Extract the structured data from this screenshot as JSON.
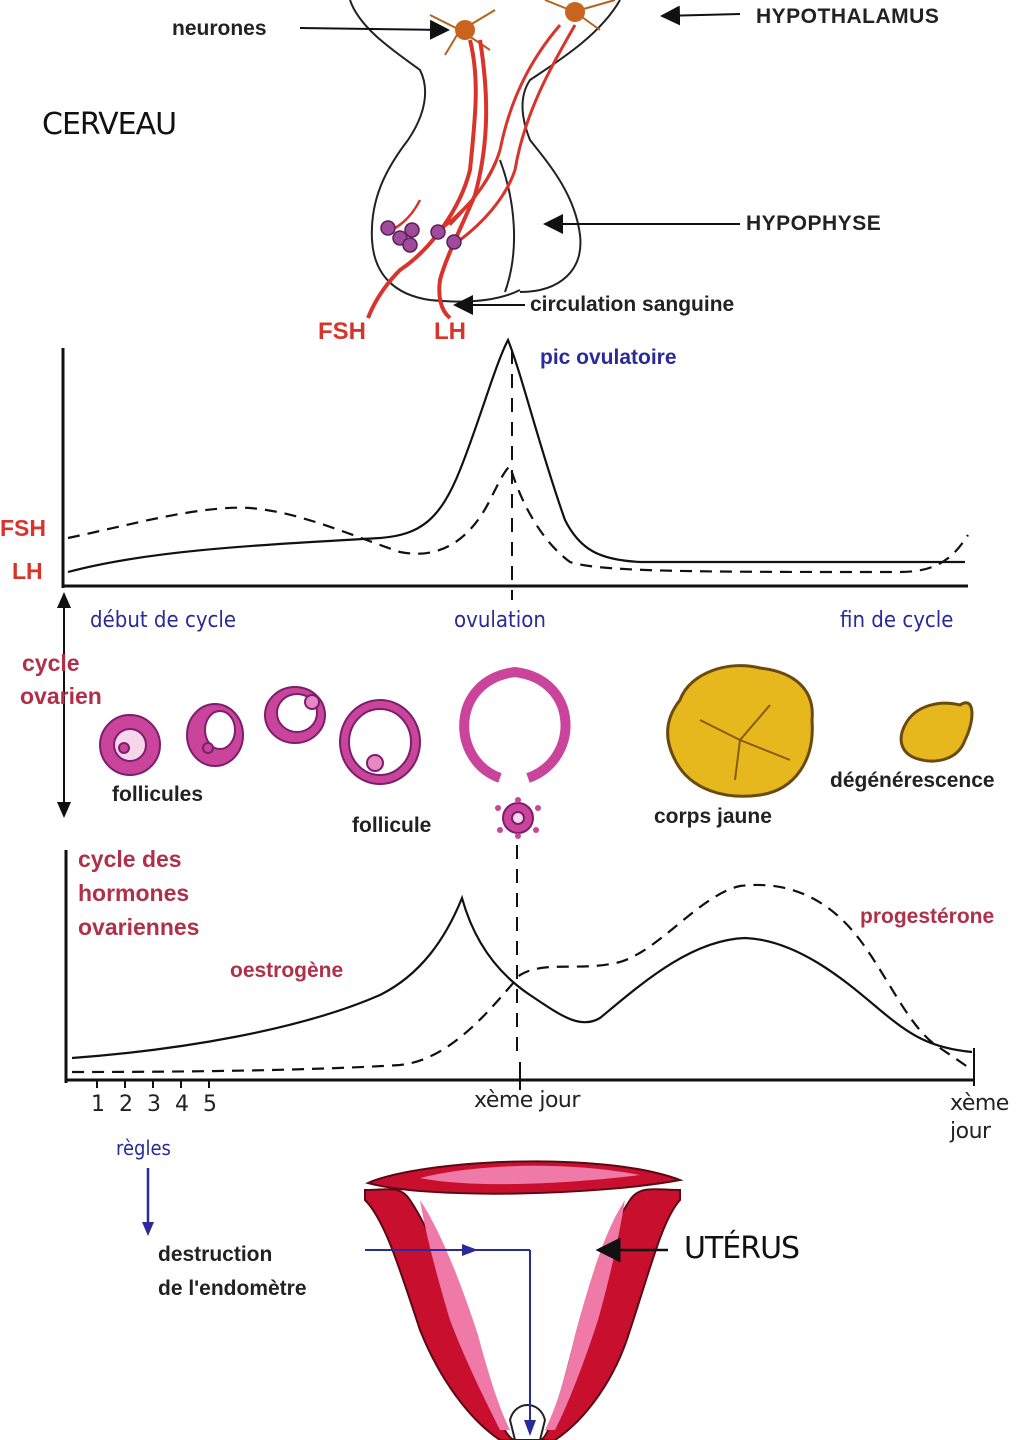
{
  "brain": {
    "neurones": "neurones",
    "hypothalamus": "HYPOTHALAMUS",
    "cerveau": "CERVEAU",
    "hypophyse": "HYPOPHYSE",
    "circulation": "circulation sanguine",
    "fsh": "FSH",
    "lh": "LH"
  },
  "gonadotropin_chart": {
    "peak_label": "pic ovulatoire",
    "fsh_axis": "FSH",
    "lh_axis": "LH",
    "start": "début de cycle",
    "ovulation": "ovulation",
    "end": "fin de cycle"
  },
  "ovarian_cycle": {
    "title_line1": "cycle",
    "title_line2": "ovarien",
    "follicules": "follicules",
    "follicule": "follicule",
    "corps_jaune": "corps jaune",
    "degenerescence": "dégénérescence"
  },
  "hormone_chart": {
    "title_line1": "cycle des",
    "title_line2": "hormones",
    "title_line3": "ovariennes",
    "oestrogene": "oestrogène",
    "progesterone": "progestérone",
    "ticks": [
      "1",
      "2",
      "3",
      "4",
      "5"
    ],
    "xday_mid": "xème jour",
    "xday_end_line1": "xème",
    "xday_end_line2": "jour"
  },
  "uterus": {
    "regles": "règles",
    "destruction_line1": "destruction",
    "destruction_line2": "de l'endomètre",
    "uterus": "UTÉRUS"
  },
  "colors": {
    "hormone_red": "#d8342c",
    "follicle_pink": "#c9449a",
    "corpus_yellow": "#e7b81e",
    "uterus_red": "#c8102e",
    "uterus_pink": "#ef7aa8",
    "label_blue": "#2a2a9a"
  }
}
